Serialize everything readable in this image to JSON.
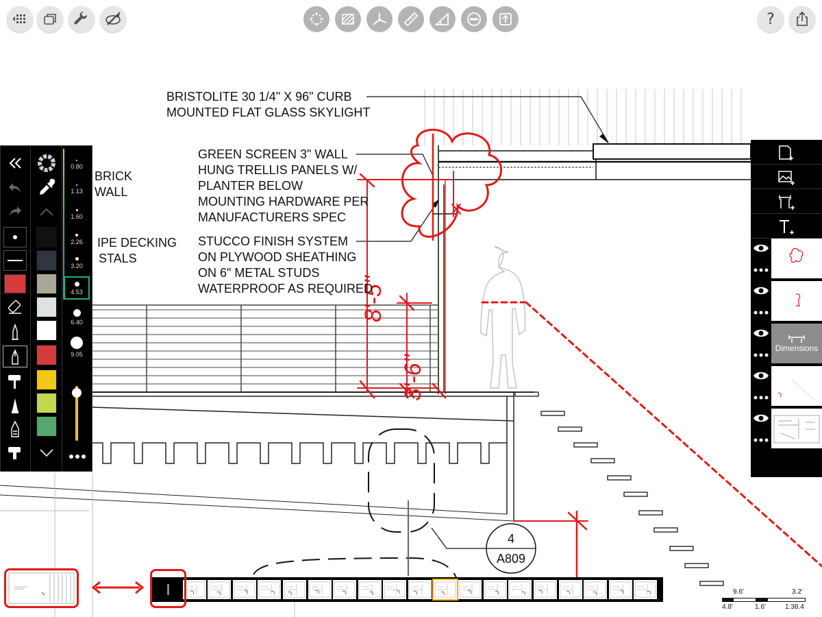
{
  "toolbar": {
    "left_buttons": [
      "thumbnails-grid",
      "pages",
      "settings-wrench",
      "annotate-compass"
    ],
    "center_buttons": [
      "lasso",
      "hatch",
      "axis",
      "ruler",
      "angle",
      "subtract",
      "upload"
    ],
    "help_label": "?"
  },
  "drawing": {
    "notes": {
      "skylight": [
        "BRISTOLITE 30 1/4\" X 96\" CURB",
        "MOUNTED FLAT GLASS SKYLIGHT"
      ],
      "trellis": [
        "GREEN SCREEN 3\" WALL",
        "HUNG TRELLIS PANELS W/",
        "PLANTER BELOW",
        "MOUNTING HARDWARE PER",
        "MANUFACTURERS SPEC"
      ],
      "stucco": [
        "STUCCO FINISH SYSTEM",
        "ON PLYWOOD SHEATHING",
        "ON 6\" METAL STUDS",
        "WATERPROOF AS REQUIRED"
      ],
      "brick": [
        "BRICK",
        "WALL"
      ],
      "decking": [
        "IPE DECKING",
        "STALS"
      ]
    },
    "handwritten_dims": [
      "8'-5\"",
      "3'-6\""
    ],
    "detail_marker": {
      "number": "4",
      "sheet": "A809"
    }
  },
  "palette": {
    "sizes": [
      "0.80",
      "1.13",
      "1.60",
      "2.26",
      "3.20",
      "4.53",
      "6.40",
      "9.05"
    ],
    "selected_size": "4.53",
    "colors": [
      "#111111",
      "#2f3640",
      "#a8a894",
      "#dde3df",
      "#ffffff",
      "#d63b3b",
      "#efc912",
      "#c3d64e",
      "#56a66e"
    ],
    "selected_color": "#d63b3b",
    "opacity": 0.95
  },
  "layers": {
    "items": [
      {
        "name": "",
        "visible": true
      },
      {
        "name": "",
        "visible": true
      },
      {
        "name": "Dimensions",
        "visible": true
      },
      {
        "name": "",
        "visible": true
      },
      {
        "name": "",
        "visible": true
      }
    ]
  },
  "sheets": {
    "count": 20,
    "active_index": 11
  },
  "scale": {
    "top_left": "9.6'",
    "top_right": "3.2'",
    "bottom_left": "4.8'",
    "bottom_mid": "1.6'",
    "ratio": "1:38.4"
  },
  "colors": {
    "markup_red": "#e01919",
    "toolbar_gray": "#b4b4b4",
    "panel_black": "#000000",
    "selection_green": "#20b27a",
    "active_sheet": "#f0b400"
  }
}
